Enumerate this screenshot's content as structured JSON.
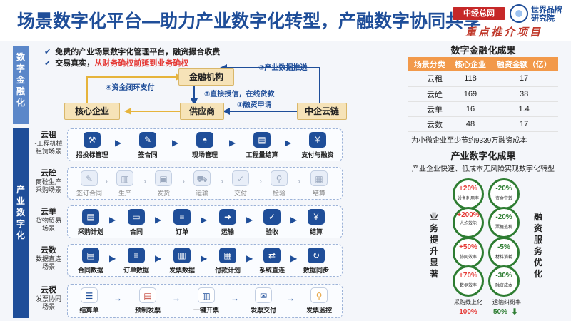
{
  "header": {
    "title": "场景数字化平台—助力产业数字化转型，产融数字协同共享",
    "logo_a": "中经总网",
    "logo_b": "世界品牌研究院",
    "stamp": "重点推介项目"
  },
  "left_labels": {
    "finance": "数字金融化",
    "industry": "产业数字化"
  },
  "bullets": [
    {
      "text": "免费的产业场景数字化管理平台，融资撮合收费",
      "red": ""
    },
    {
      "text": "交易真实，",
      "red": "从财务确权前延到业务确权"
    }
  ],
  "finance_flow": {
    "nodes": {
      "bank": "金融机构",
      "core": "核心企业",
      "supplier": "供应商",
      "chain": "中企云链"
    },
    "flows": {
      "f1": "④资金闭环支付",
      "f2": "②产业数据推送",
      "f3a": "③直接授信，在线贷款",
      "f3b": "①融资申请"
    }
  },
  "rows": [
    {
      "name": "云租",
      "desc": "-工程机械租赁场景",
      "steps": [
        "招投标管理",
        "签合同",
        "现场管理",
        "工程量结算",
        "支付与融资"
      ],
      "style": "solid"
    },
    {
      "name": "云砼",
      "desc": "商砼生产采购场景",
      "steps": [
        "签订合同",
        "生产",
        "发货",
        "运输",
        "交付",
        "检验",
        "结算"
      ],
      "style": "light"
    },
    {
      "name": "云单",
      "desc": "货物贸易场景",
      "steps": [
        "采购计划",
        "合同",
        "订单",
        "运输",
        "验收",
        "结算"
      ],
      "style": "solid"
    },
    {
      "name": "云数",
      "desc": "数据直连场景",
      "steps": [
        "合同数据",
        "订单数据",
        "发票数据",
        "付款计划",
        "系统直连",
        "数据同步"
      ],
      "style": "solid"
    },
    {
      "name": "云税",
      "desc": "发票协同场景",
      "steps": [
        "结算单",
        "预制发票",
        "一键开票",
        "发票交付",
        "发票监控"
      ],
      "style": "solid"
    }
  ],
  "icons": {
    "云租": [
      "hammer-icon",
      "pen-icon",
      "helmet-icon",
      "chart-icon",
      "money-icon"
    ],
    "云单": [
      "doc-icon",
      "folder-icon",
      "list-icon",
      "truck-icon",
      "check-icon",
      "coin-icon"
    ]
  },
  "right": {
    "table_title": "数字金融化成果",
    "table_headers": [
      "场景分类",
      "核心企业",
      "融资金额（亿）"
    ],
    "table_rows": [
      [
        "云租",
        "118",
        "17"
      ],
      [
        "云砼",
        "169",
        "38"
      ],
      [
        "云单",
        "16",
        "1.4"
      ],
      [
        "云数",
        "48",
        "17"
      ]
    ],
    "note": "为小微企业至少节约9339万融资成本",
    "results_title": "产业数字化成果",
    "results_sub": "产业企业快速、低成本无风险实现数字化转型",
    "left_side": "业务提升显著",
    "right_side": "融资服务优化",
    "circles_left": [
      {
        "v": "+20%",
        "t": "设备利用率"
      },
      {
        "v": "+200%",
        "t": "人均效能"
      },
      {
        "v": "+50%",
        "t": "协同效率"
      },
      {
        "v": "+70%",
        "t": "数据效率"
      }
    ],
    "circles_right": [
      {
        "v": "-20%",
        "t": "资金空转"
      },
      {
        "v": "-20%",
        "t": "票据逃税"
      },
      {
        "v": "-5%",
        "t": "材料消耗"
      },
      {
        "v": "-30%",
        "t": "融资成本"
      }
    ],
    "bottom": [
      {
        "label": "采购线上化",
        "value": "100%"
      },
      {
        "label": "运输纠纷率",
        "value": "50%"
      }
    ]
  },
  "colors": {
    "primary": "#1f4e99",
    "accent_red": "#e53935",
    "orange": "#f2994a",
    "green": "#2e7d32"
  }
}
